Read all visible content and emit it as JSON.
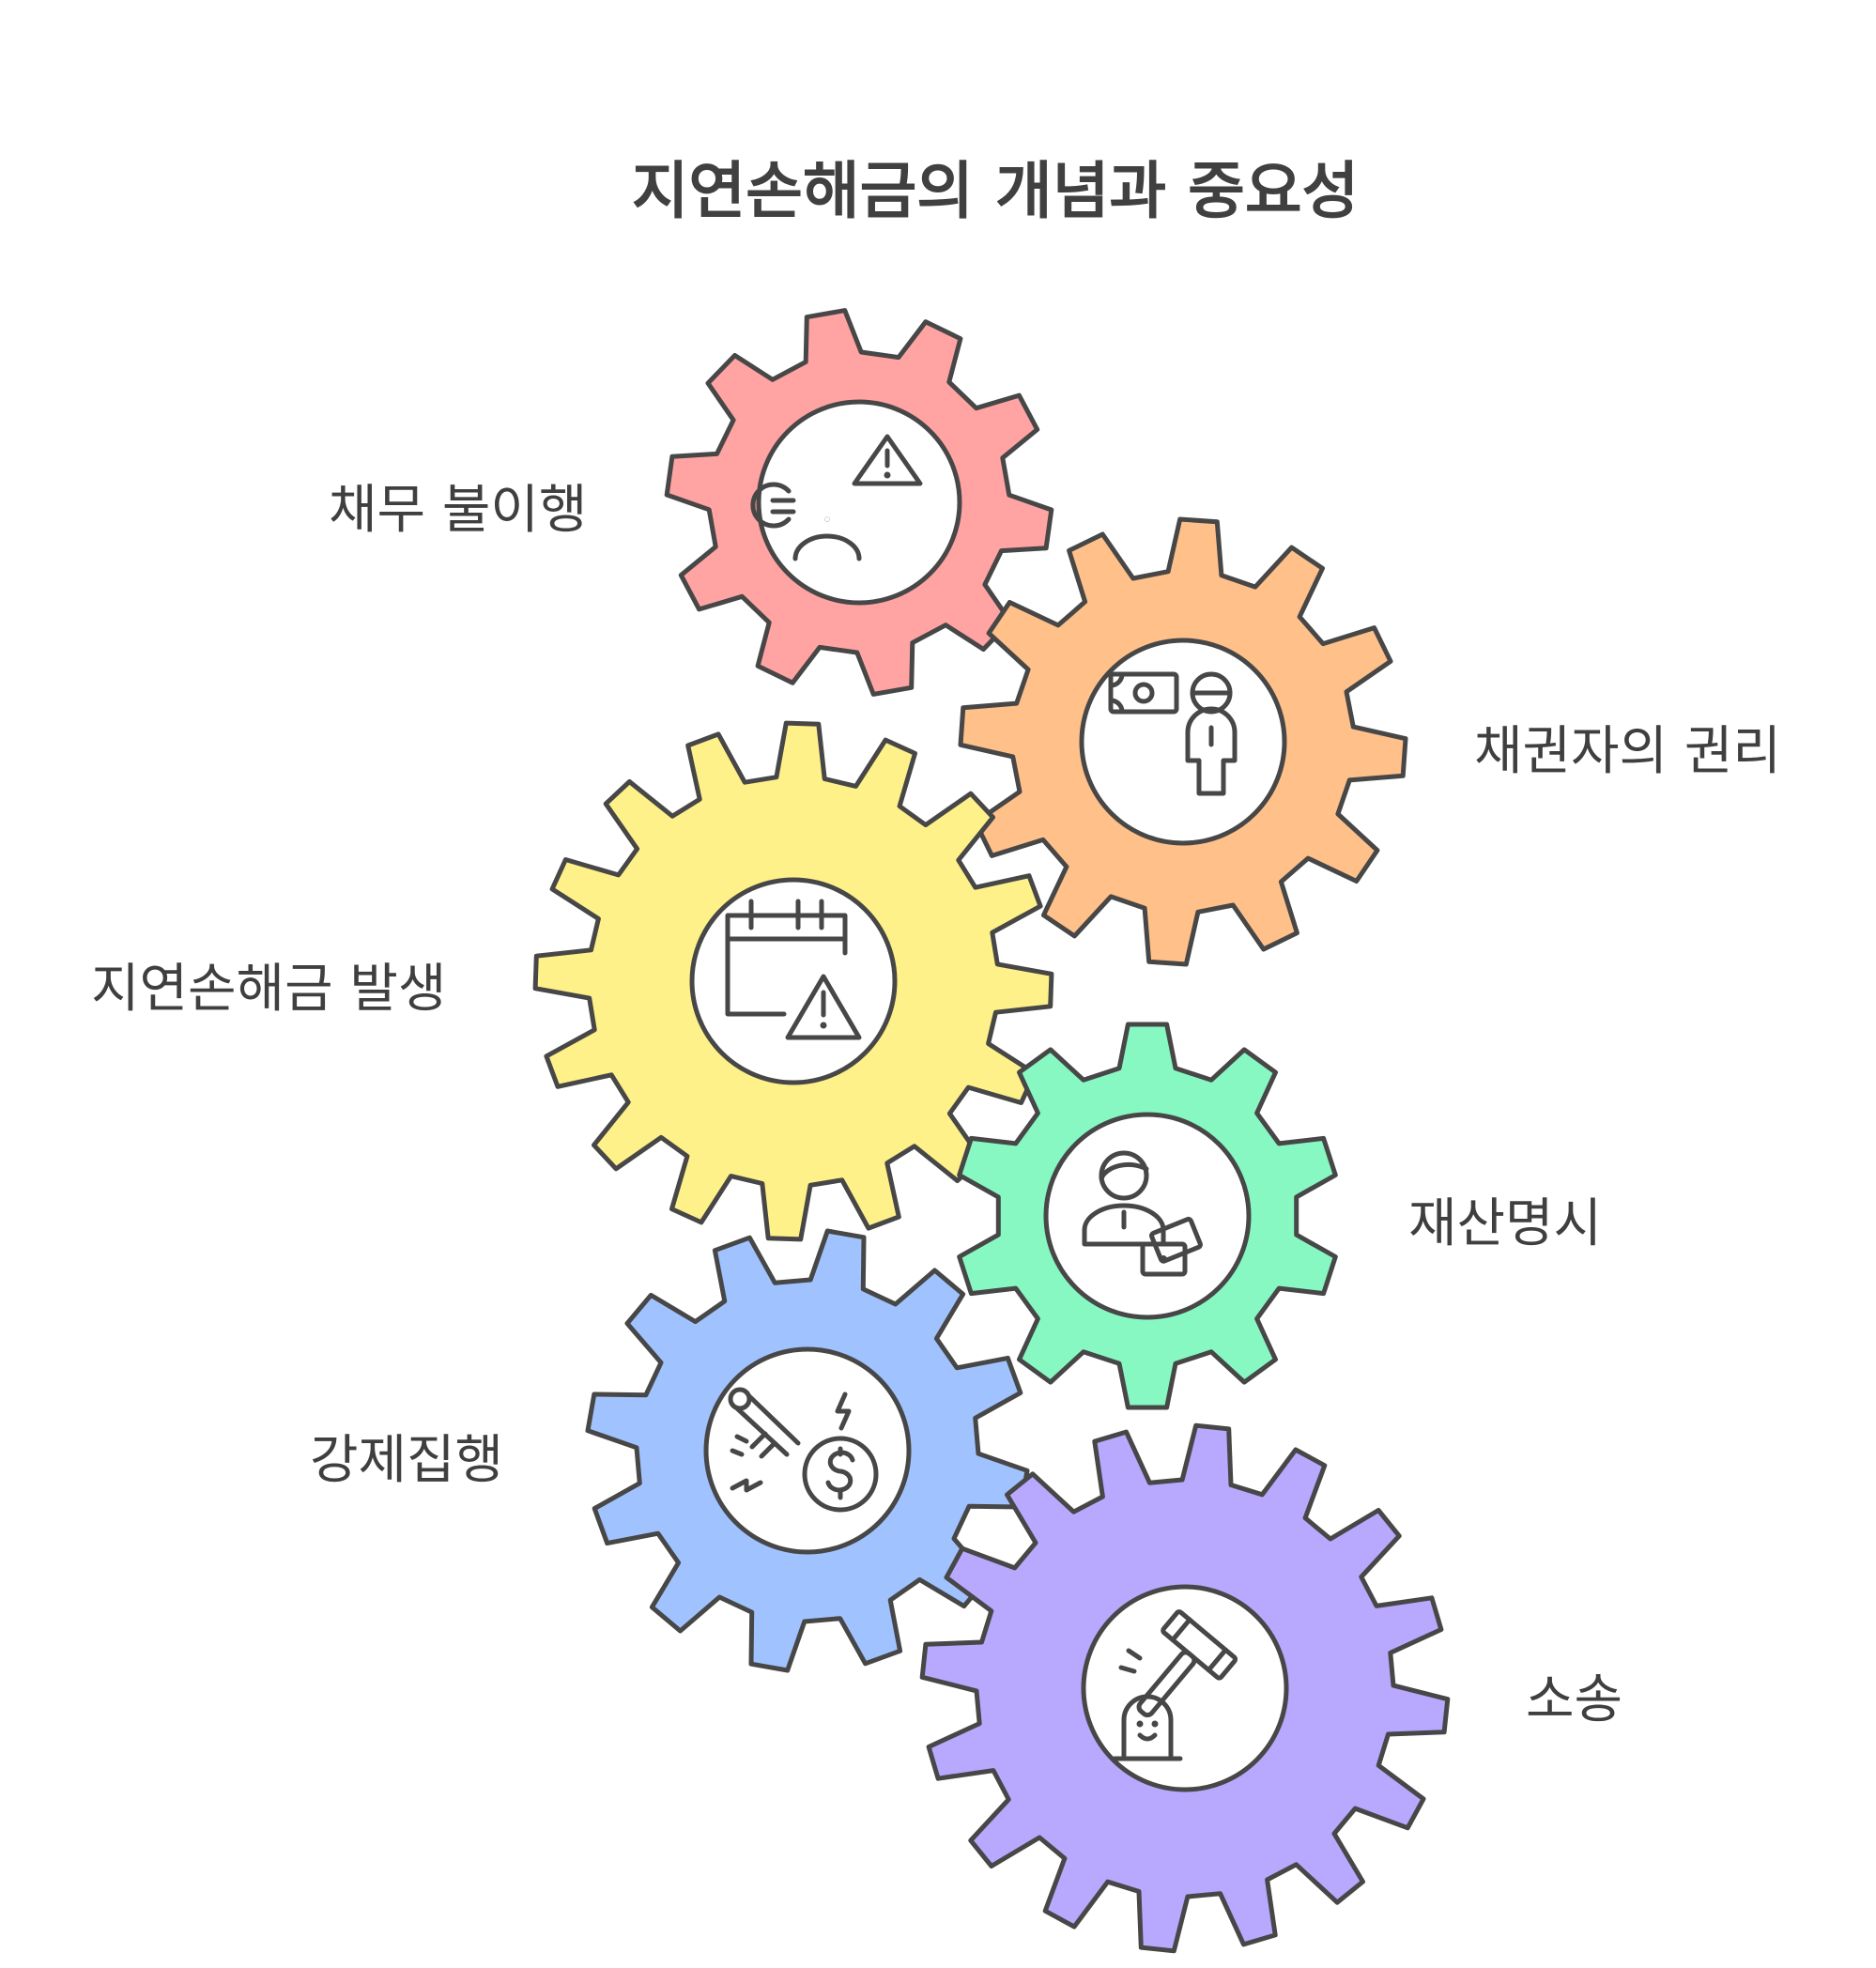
{
  "title": "지연손해금의 개념과 중요성",
  "gears": [
    {
      "label": "채무 불이행",
      "color": "#ffa3a3",
      "icon": "euro-person-warning-icon"
    },
    {
      "label": "채권자의 권리",
      "color": "#ffc08a",
      "icon": "money-person-icon"
    },
    {
      "label": "지연손해금 발생",
      "color": "#fff189",
      "icon": "calendar-warning-icon"
    },
    {
      "label": "재산명시",
      "color": "#88f8c3",
      "icon": "person-cash-icon"
    },
    {
      "label": "강제집행",
      "color": "#a0c3ff",
      "icon": "sword-dollar-icon"
    },
    {
      "label": "소송",
      "color": "#b8a8fe",
      "icon": "gavel-icon"
    }
  ]
}
